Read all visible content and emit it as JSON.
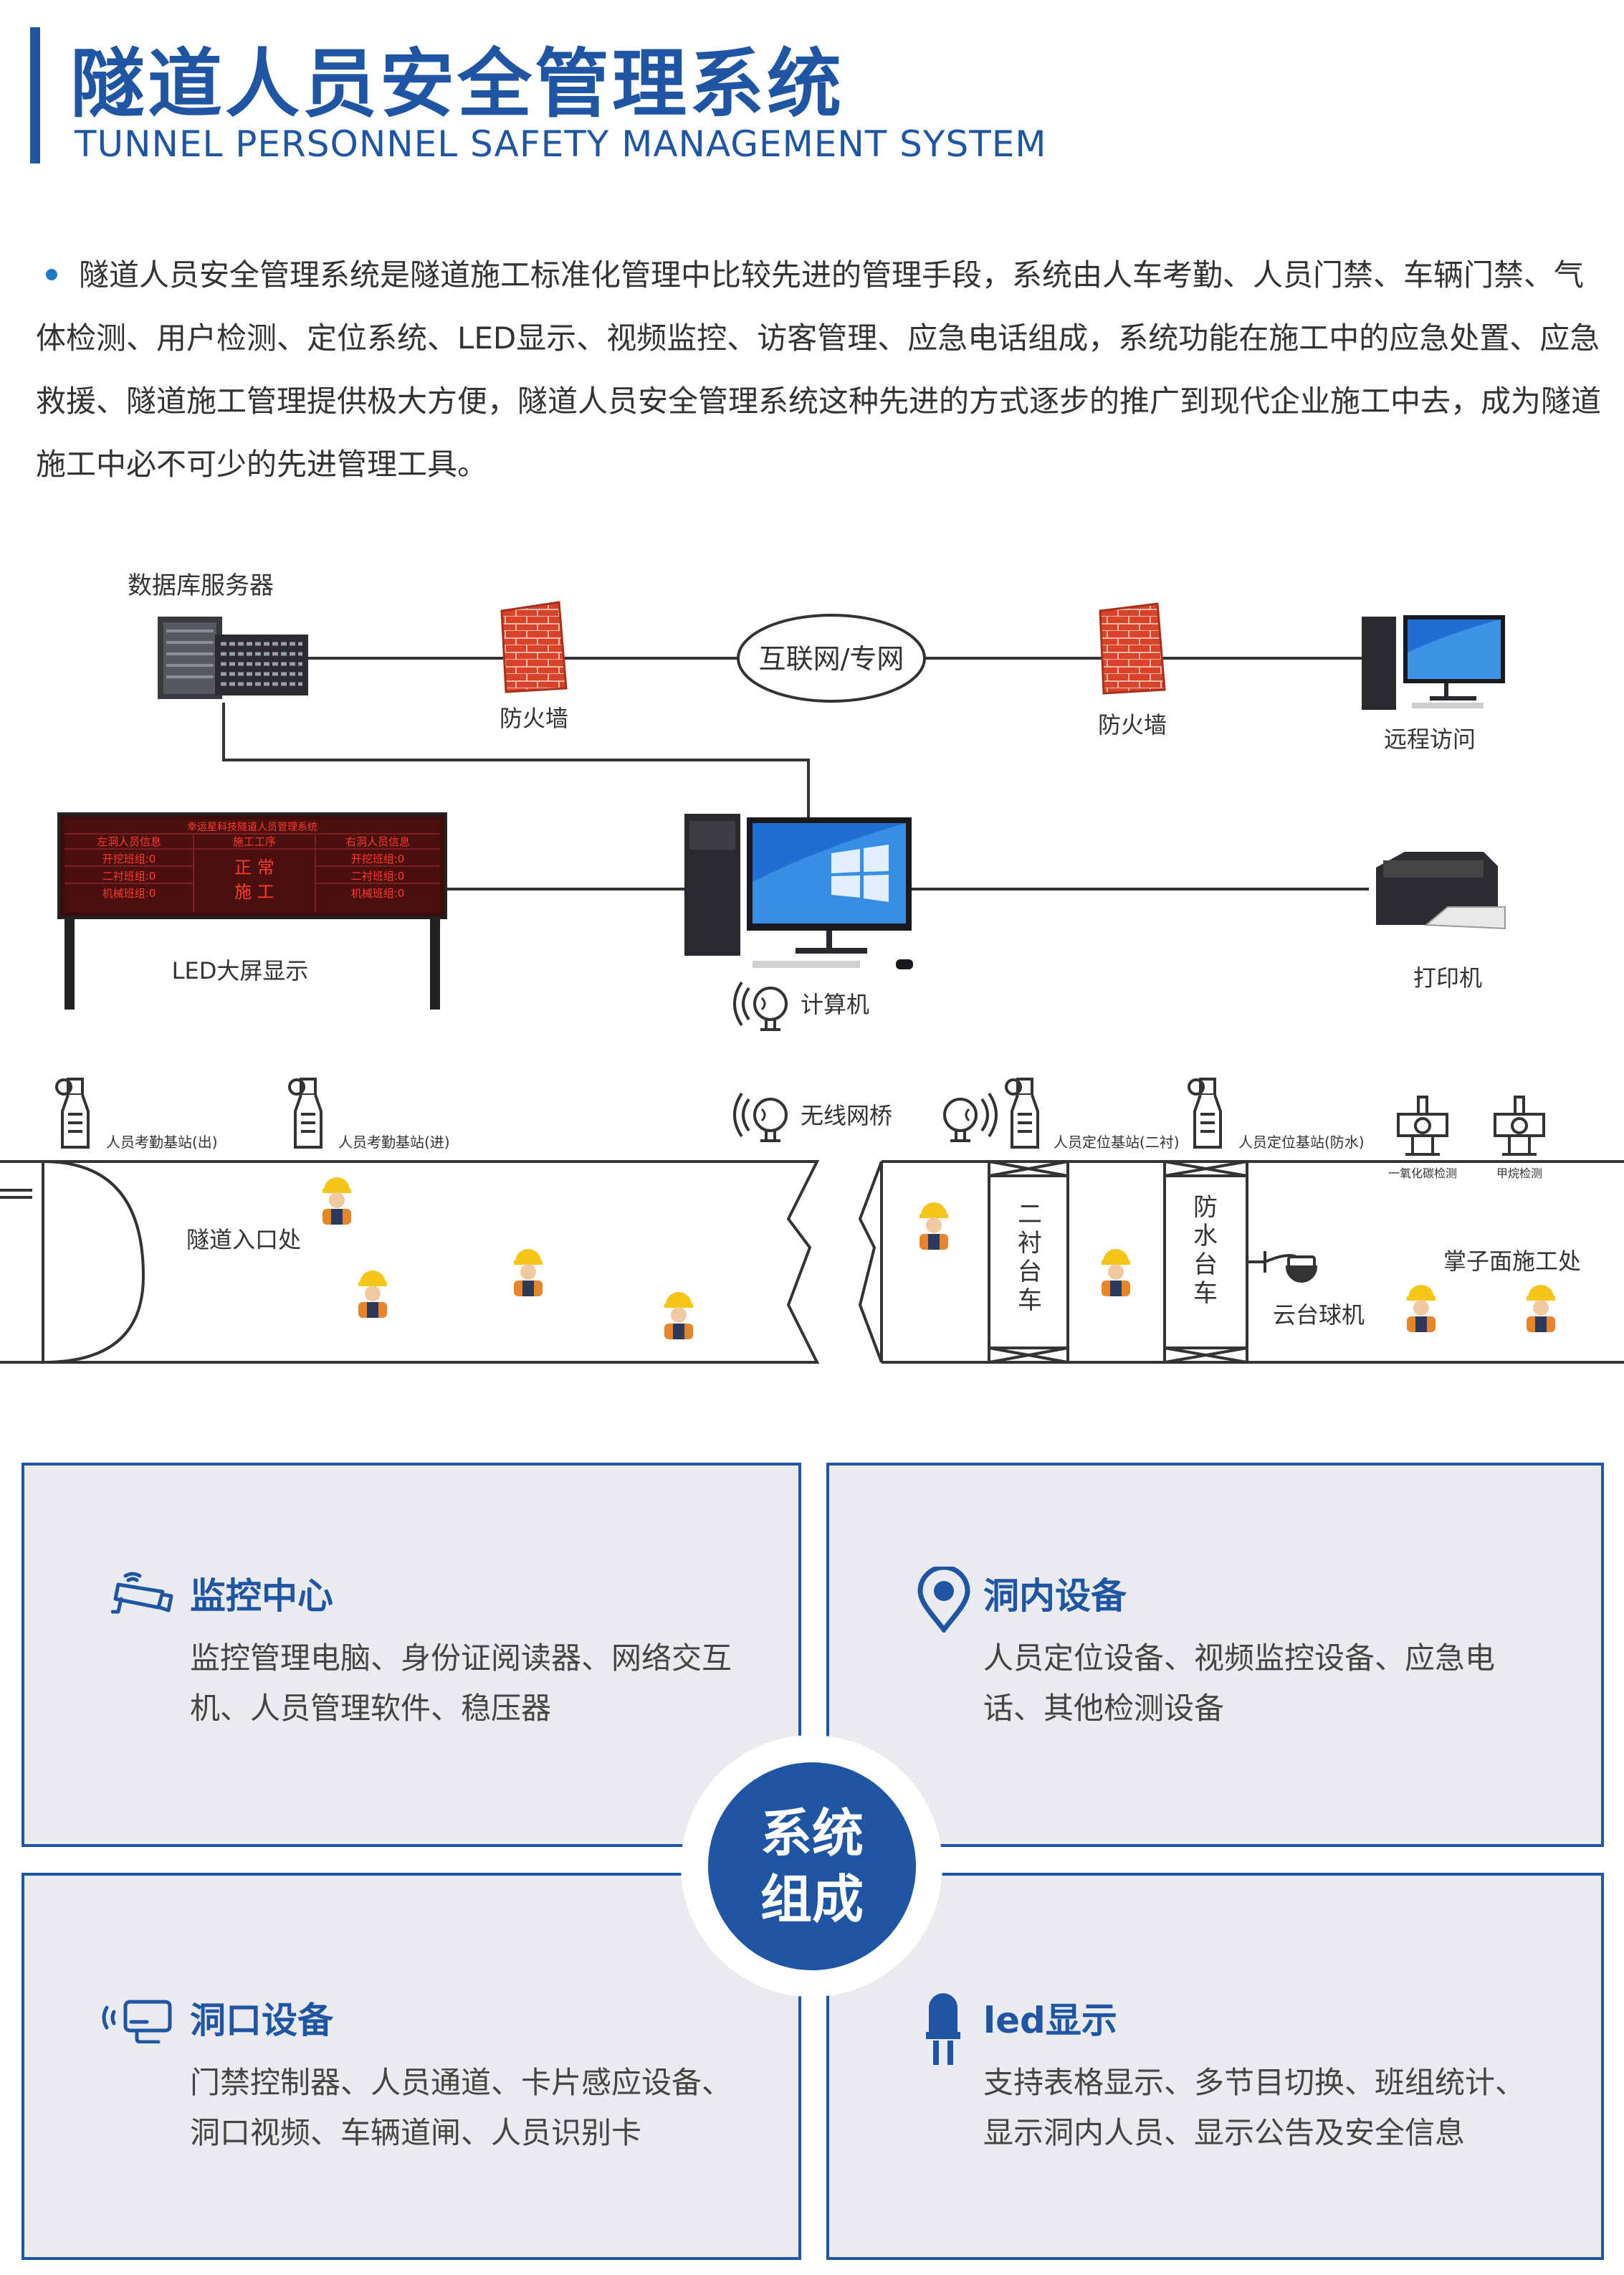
{
  "header": {
    "title_cn": "隧道人员安全管理系统",
    "title_en": "TUNNEL PERSONNEL SAFETY MANAGEMENT SYSTEM"
  },
  "intro": "隧道人员安全管理系统是隧道施工标准化管理中比较先进的管理手段，系统由人车考勤、人员门禁、车辆门禁、气体检测、用户检测、定位系统、LED显示、视频监控、访客管理、应急电话组成，系统功能在施工中的应急处置、应急救援、隧道施工管理提供极大方便，隧道人员安全管理系统这种先进的方式逐步的推广到现代企业施工中去，成为隧道施工中必不可少的先进管理工具。",
  "diagram": {
    "db_server": "数据库服务器",
    "firewall_1": "防火墙",
    "network": "互联网/专网",
    "firewall_2": "防火墙",
    "remote_access": "远程访问",
    "led_screen": "LED大屏显示",
    "printer": "打印机",
    "computer": "计算机",
    "wireless_bridge": "无线网桥",
    "station_out": "人员考勤基站(出)",
    "station_in": "人员考勤基站(进)",
    "station_lining": "人员定位基站(二衬)",
    "station_waterproof": "人员定位基站(防水)",
    "co_detect": "一氧化碳检测",
    "methane_detect": "甲烷检测",
    "tunnel_entrance": "隧道入口处",
    "lining_trolley": "二衬台车",
    "waterproof_trolley": "防水台车",
    "ptz_camera": "云台球机",
    "face_work": "掌子面施工处",
    "led_board": {
      "title": "幸运星科技隧道人员管理系统",
      "col_left": "左洞人员信息",
      "col_mid": "施工工序",
      "col_right": "右洞人员信息",
      "rows": [
        "开挖班组:0",
        "二衬班组:0",
        "机械班组:0"
      ],
      "status_1": "正 常",
      "status_2": "施 工"
    }
  },
  "center_label_1": "系统",
  "center_label_2": "组成",
  "panels": [
    {
      "title": "监控中心",
      "desc": "监控管理电脑、身份证阅读器、网络交互机、人员管理软件、稳压器",
      "icon": "cctv-camera-icon"
    },
    {
      "title": "洞内设备",
      "desc": "人员定位设备、视频监控设备、应急电话、其他检测设备",
      "icon": "location-pin-icon"
    },
    {
      "title": "洞口设备",
      "desc": "门禁控制器、人员通道、卡片感应设备、洞口视频、车辆道闸、人员识别卡",
      "icon": "card-reader-icon"
    },
    {
      "title": "led显示",
      "desc": "支持表格显示、多节目切换、班组统计、显示洞内人员、显示公告及安全信息",
      "icon": "led-diode-icon"
    }
  ],
  "colors": {
    "brand": "#1f55a3",
    "accent": "#1f78c8",
    "panel_bg": "#eaebee",
    "led_red": "#e0261c",
    "brick": "#d9432c"
  }
}
